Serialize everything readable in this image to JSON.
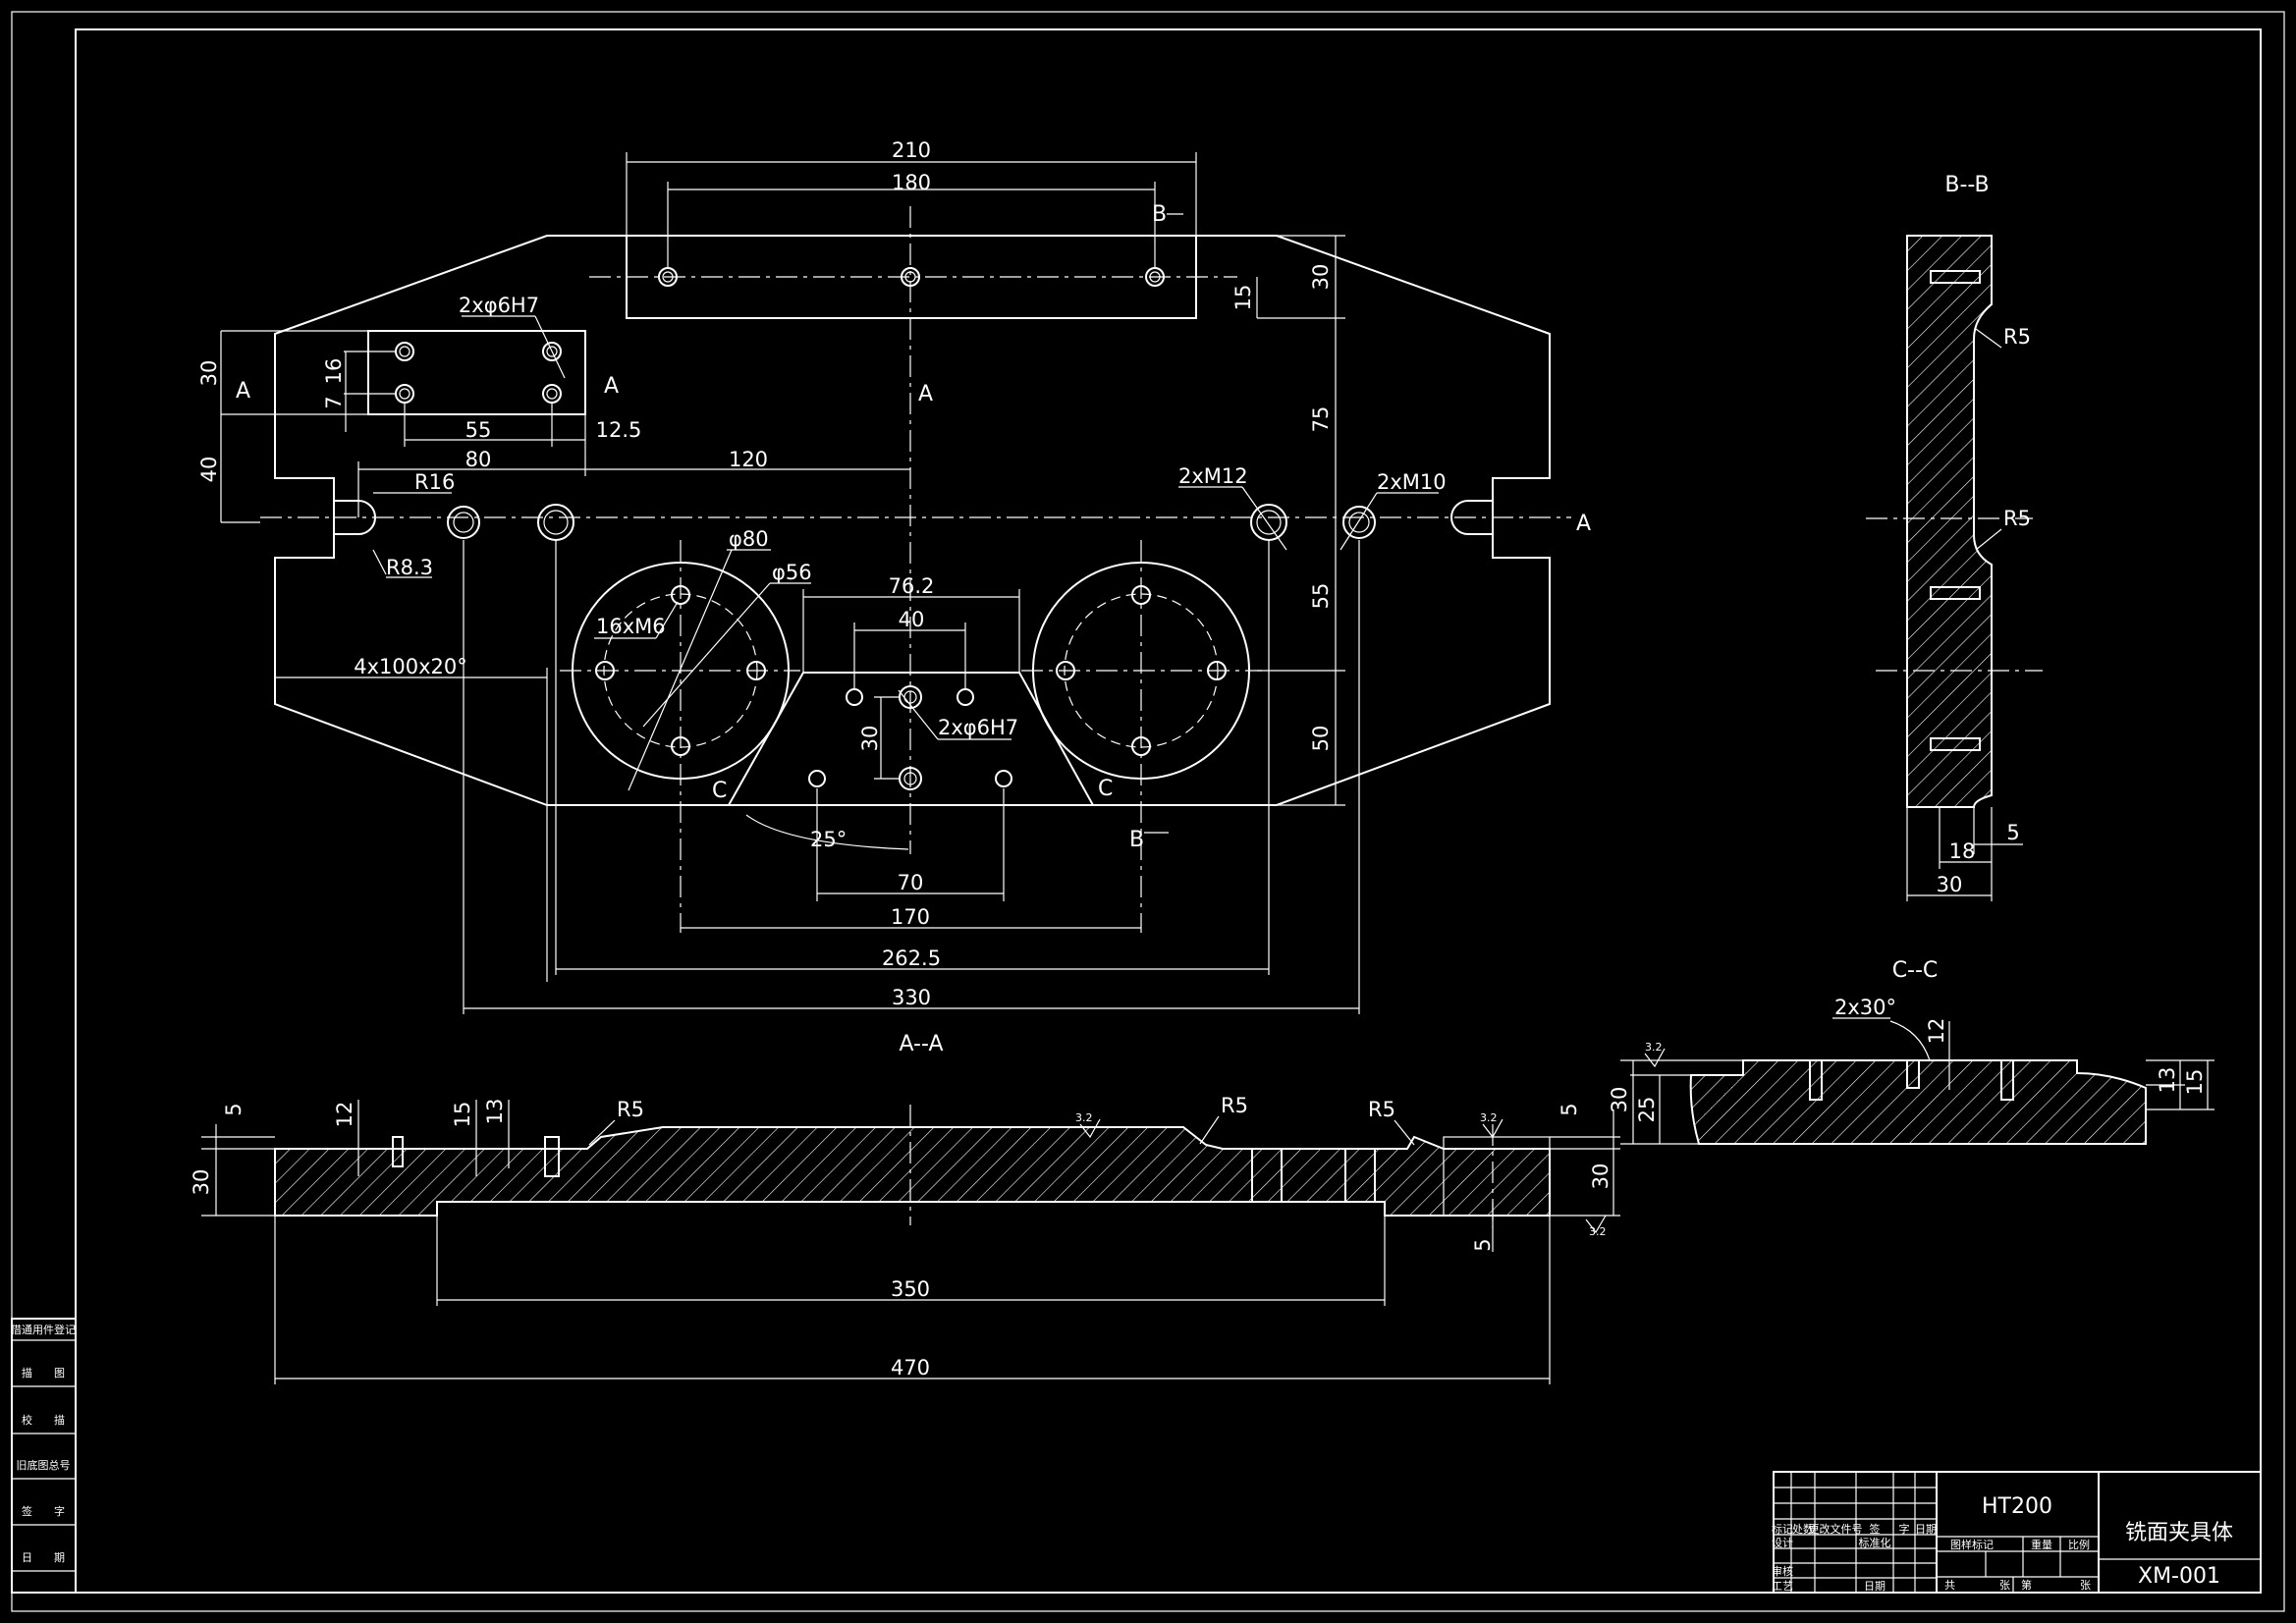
{
  "view_labels": {
    "aa": "A--A",
    "bb": "B--B",
    "cc": "C--C"
  },
  "section_marks": {
    "a": "A",
    "b": "B",
    "c": "C"
  },
  "dims_plan": {
    "d210": "210",
    "d180": "180",
    "d30_top": "30",
    "d15_top": "15",
    "d75": "75",
    "d55_right": "55",
    "d50": "50",
    "d2x6h7_a": "2xφ6H7",
    "d30_left": "30",
    "d7": "7",
    "d16": "16",
    "d55": "55",
    "d12_5": "12.5",
    "d40_left": "40",
    "d80": "80",
    "d120": "120",
    "r16": "R16",
    "r8_3": "R8.3",
    "m12": "2xM12",
    "m10": "2xM10",
    "phi80": "φ80",
    "phi56": "φ56",
    "m6": "16xM6",
    "d4x100": "4x100x20°",
    "d76_2": "76.2",
    "d40_mid": "40",
    "d30_mid": "30",
    "d2x6h7_b": "2xφ6H7",
    "d25deg": "25°",
    "d70": "70",
    "d170": "170",
    "d262_5": "262.5",
    "d330": "330"
  },
  "dims_aa": {
    "d5_a": "5",
    "d12": "12",
    "d15": "15",
    "d13": "13",
    "d30_l": "30",
    "r5_a": "R5",
    "r5_b": "R5",
    "r5_c": "R5",
    "d5_r": "5",
    "d30_r": "30",
    "d5_b": "5",
    "d350": "350",
    "d470": "470",
    "rough1": "3.2",
    "rough2": "3.2",
    "rough3": "3.2"
  },
  "dims_bb": {
    "r5_a": "R5",
    "r5_b": "R5",
    "d5": "5",
    "d18": "18",
    "d30": "30"
  },
  "dims_cc": {
    "d2x30": "2x30°",
    "d12": "12",
    "d30": "30",
    "d25": "25",
    "d13": "13",
    "d15": "15",
    "rough": "3.2"
  },
  "side_table": {
    "rows": [
      "借通用件登记",
      "描　　图",
      "校　　描",
      "旧底图总号",
      "签　　字",
      "日　　期"
    ]
  },
  "title_block": {
    "material": "HT200",
    "name": "铣面夹具体",
    "number": "XM-001",
    "col_labels": [
      "标记",
      "处数",
      "更改文件号",
      "签",
      "字",
      "日期"
    ],
    "row_labels": [
      "设计",
      "标准化",
      "审核",
      "工艺",
      "日期"
    ],
    "stage_labels": [
      "图样标记",
      "重量",
      "比例"
    ],
    "sheet_labels": [
      "共",
      "张",
      "第",
      "张"
    ]
  }
}
